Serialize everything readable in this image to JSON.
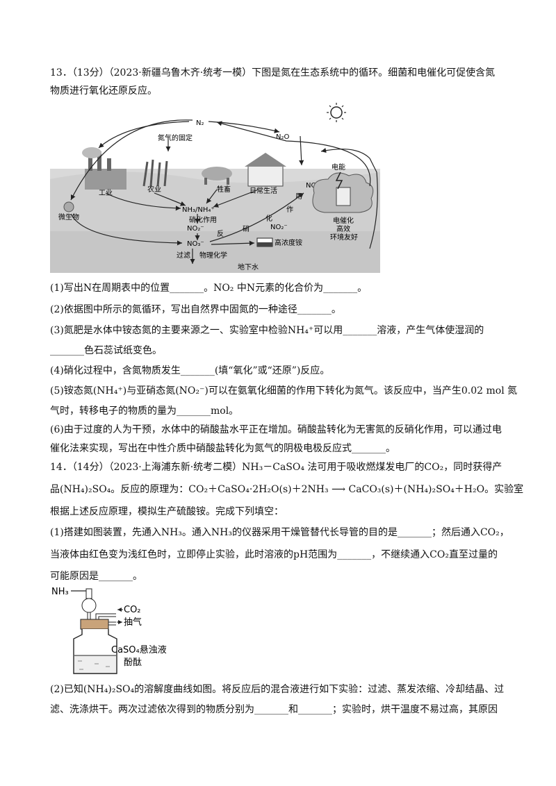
{
  "q13": {
    "header": "13．（13分）（2023·新疆乌鲁木齐·统考一模）下图是氮在生态系统中的循环。细菌和电催化可促使含氮",
    "header2": "物质进行氧化还原反应。",
    "figure": {
      "n2": "N₂",
      "n2o": "N₂O",
      "fixation": "氮气的固定",
      "industry": "工业",
      "agriculture": "农业",
      "livestock": "牲畜",
      "daily": "日常生活",
      "microbe": "微生物",
      "nh3": "NH₃/NH₄⁺",
      "nitrification_word": "硝化作用",
      "no2": "NO₂⁻",
      "no3": "NO₃⁻",
      "no": "NO",
      "fan": "反",
      "xiao": "硝",
      "hua": "化",
      "zuo": "作",
      "yong": "用",
      "high_conc": "高浓度铵",
      "filter": "过滤",
      "physchem": "物理化学",
      "groundwater": "地下水",
      "electrode": "电能",
      "electro1": "电催化",
      "electro2": "高效",
      "electro3": "环境友好"
    },
    "p1": "(1)写出N在周期表中的位置_______。NO₂ 中N元素的化合价为_______。",
    "p2": "(2)依据图中所示的氮循环，写出自然界中固氮的一种途径_______。",
    "p3a": "(3)氮肥是水体中铵态氮的主要来源之一、实验室中检验NH₄⁺可以用_______溶液，产生气体使湿润的",
    "p3b": "_______色石蕊试纸变色。",
    "p4": "(4)硝化过程中，含氮物质发生_______(填“氧化”或“还原”)反应。",
    "p5a": "(5)铵态氮(NH₄⁺)与亚硝态氮(NO₂⁻)可以在氨氧化细菌的作用下转化为氮气。该反应中，当产生0.02 mol 氮",
    "p5b": "气时，转移电子的物质的量为_______mol。",
    "p6a": "(6)由于过度的人为干预，水体中的硝酸盐水平正在增加。硝酸盐转化为无害氮的反硝化作用，可以通过电",
    "p6b": "催化法来实现，写出在中性介质中硝酸盐转化为氮气的阴极电极反应式_______。"
  },
  "q14": {
    "header": "14．（14分）（2023·上海浦东新·统考二模）NH₃－CaSO₄ 法可用于吸收燃煤发电厂的CO₂，同时获得产",
    "header2": "品(NH₄)₂SO₄。反应的原理为：CO₂＋CaSO₄·2H₂O(s)＋2NH₃ ⟶ CaCO₃(s)＋(NH₄)₂SO₄＋H₂O。实验室",
    "header3": "根据上述反应原理，模拟生产硫酸铵。完成下列填空：",
    "p1a": "(1)搭建如图装置，先通入NH₃。通入NH₃的仪器采用干燥管替代长导管的目的是_______；然后通入CO₂，",
    "p1b": "当液体由红色变为浅红色时，立即停止实验，此时溶液的pH范围为_______，不继续通入CO₂直至过量的",
    "p1c": "可能原因是_______。",
    "apparatus": {
      "nh3": "NH₃",
      "co2": "CO₂",
      "pump": "抽气",
      "caso4": "CaSO₄悬浊液",
      "phenol": "酚酞"
    },
    "p2a": "(2)已知(NH₄)₂SO₄的溶解度曲线如图。将反应后的混合液进行如下实验：过滤、蒸发浓缩、冷却结晶、过",
    "p2b": "滤、洗涤烘干。两次过滤依次得到的物质分别为_______和_______；实验时，烘干温度不易过高，其原因"
  }
}
